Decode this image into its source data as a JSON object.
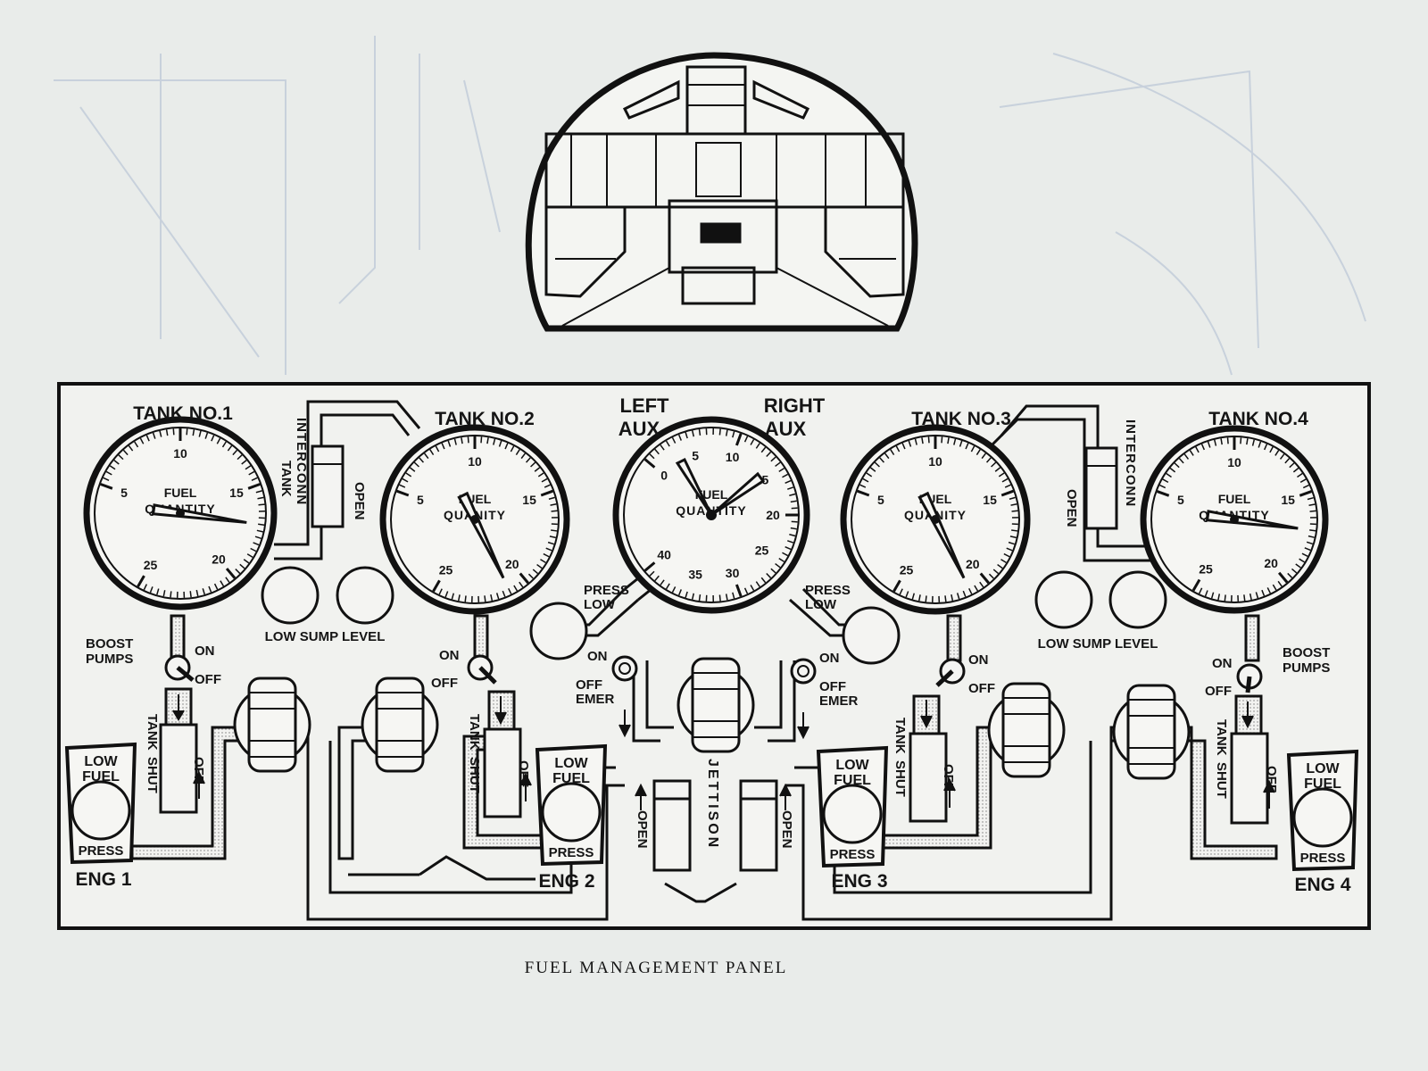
{
  "caption": "FUEL MANAGEMENT PANEL",
  "gauges": [
    {
      "title": "TANK NO.1",
      "dial_top": "FUEL",
      "dial_bottom": "QUANTITY",
      "scale": [
        "5",
        "10",
        "15",
        "20",
        "25"
      ],
      "pointer_reading": 17
    },
    {
      "title": "TANK NO.2",
      "dial_top": "FUEL",
      "dial_bottom": "QUANITY",
      "scale": [
        "5",
        "10",
        "15",
        "20",
        "25"
      ],
      "pointer_reading": 21
    },
    {
      "title_left": "LEFT",
      "title_left2": "AUX",
      "title_right": "RIGHT",
      "title_right2": "AUX",
      "dial_top": "FUEL",
      "dial_bottom": "QUANTITY",
      "scale": [
        "0",
        "5",
        "10",
        "15",
        "20",
        "25",
        "30",
        "35",
        "40"
      ]
    },
    {
      "title": "TANK NO.3",
      "dial_top": "FUEL",
      "dial_bottom": "QUANITY",
      "scale": [
        "5",
        "10",
        "15",
        "20",
        "25"
      ],
      "pointer_reading": 21
    },
    {
      "title": "TANK NO.4",
      "dial_top": "FUEL",
      "dial_bottom": "QUANTITY",
      "scale": [
        "5",
        "10",
        "15",
        "20",
        "25"
      ],
      "pointer_reading": 17
    }
  ],
  "labels": {
    "tank": "TANK",
    "interconn": "INTERCONN",
    "open": "OPEN",
    "low_sump_level": "LOW SUMP LEVEL",
    "boost_pumps_1": "BOOST",
    "boost_pumps_2": "PUMPS",
    "on": "ON",
    "off": "OFF",
    "press_low_1": "PRESS",
    "press_low_2": "LOW",
    "emer": "EMER",
    "tank_shut_1": "TANK",
    "tank_shut_2": "SHUT",
    "low_fuel_1": "LOW",
    "low_fuel_2": "FUEL",
    "press": "PRESS",
    "jettison": "JETTISON",
    "eng1": "ENG 1",
    "eng2": "ENG 2",
    "eng3": "ENG 3",
    "eng4": "ENG 4"
  }
}
